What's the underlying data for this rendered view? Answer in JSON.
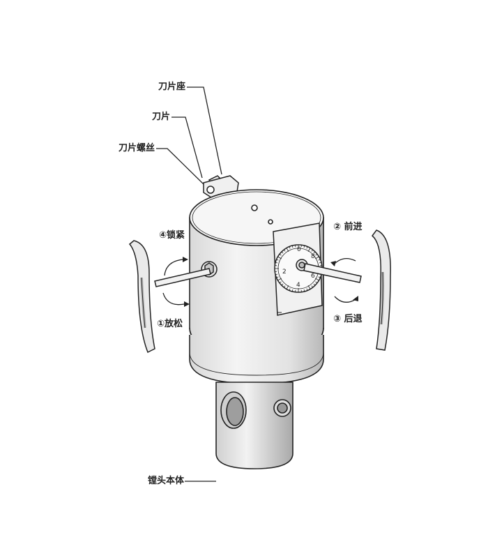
{
  "colors": {
    "ink": "#222222",
    "body_light": "#eeeeee",
    "body_mid": "#dcdcdc",
    "body_dark": "#b5b5b5"
  },
  "labels": {
    "blade_seat": "刀片座",
    "blade": "刀片",
    "blade_screw": "刀片螺丝",
    "lock": "④锁紧",
    "loosen": "①放松",
    "forward": "② 前进",
    "backward": "③ 后退",
    "body": "镗头本体"
  },
  "dial": {
    "marks": [
      "0",
      "8",
      "6",
      "4",
      "2"
    ]
  }
}
